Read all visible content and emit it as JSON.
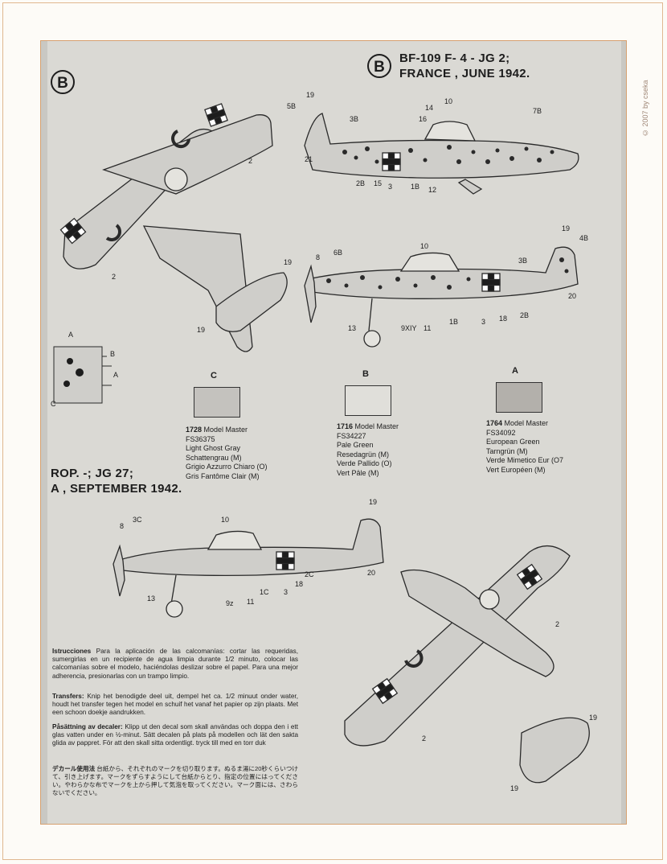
{
  "watermark": "© 2007 by cseka",
  "badges": {
    "top_left": "B",
    "top_right": "B"
  },
  "scheme_b": {
    "line1": "BF-109 F- 4 - JG 2;",
    "line2": "FRANCE , JUNE 1942."
  },
  "scheme_c": {
    "line1": "ROP. -; JG 27;",
    "line2": "A , SEPTEMBER 1942."
  },
  "callouts_top_side": [
    "19",
    "5B",
    "3B",
    "14",
    "10",
    "16",
    "7B",
    "21",
    "2B",
    "15",
    "3",
    "1B",
    "12"
  ],
  "callouts_mid_side": [
    "10",
    "19",
    "4B",
    "8",
    "6B",
    "3B",
    "20",
    "13",
    "9XIY",
    "11",
    "1B",
    "3",
    "18",
    "2B"
  ],
  "callouts_top_plan": [
    "2",
    "2",
    "19",
    "19"
  ],
  "callouts_bottom_side": [
    "19",
    "10",
    "3C",
    "8",
    "13",
    "9z",
    "11",
    "1C",
    "3",
    "18",
    "2C",
    "20"
  ],
  "callouts_bottom_plan": [
    "2",
    "2",
    "19",
    "19"
  ],
  "camo_key": {
    "a1": "A",
    "b": "B",
    "a2": "A",
    "c": "C"
  },
  "colors": [
    {
      "label": "C",
      "code": "1728",
      "brand": " Model Master",
      "fs": "FS36375",
      "names": [
        "Light Ghost Gray",
        "Schattengrau (M)",
        "Grigio Azzurro Chiaro (O)",
        "Gris Fantôme Clair (M)"
      ],
      "swatch": "#c4c2be"
    },
    {
      "label": "B",
      "code": "1716",
      "brand": " Model Master",
      "fs": "FS34227",
      "names": [
        "Pale Green",
        "Resedagrün (M)",
        "Verde Pallido (O)",
        "Vert Pâle (M)"
      ],
      "swatch": "#e0dfda"
    },
    {
      "label": "A",
      "code": "1764",
      "brand": " Model Master",
      "fs": "FS34092",
      "names": [
        "European Green",
        "Tarngrün (M)",
        "Verde Mimetico Eur (O7",
        "Vert Européen (M)"
      ],
      "swatch": "#b3b0ab"
    }
  ],
  "instructions": {
    "es_head": "Istrucciones",
    "es_body": " Para la aplicación de las calcomanías: cortar las requeridas, sumergirlas en un recipiente de agua limpia durante 1/2 minuto, colocar las calcomanías sobre el modelo, haciéndolas deslizar sobre el papel. Para una mejor adherencia, presionarlas con un trampo limpio.",
    "nl_head": "Transfers:",
    "nl_body": " Knip het benodigde deel uit, dempel het ca. 1/2 minuut onder water, houdt het transfer tegen het model en schuif het vanaf het papier op zijn plaats. Met een schoon doekje aandrukken.",
    "sv_head": "Påsättning av decaler:",
    "sv_body": " Klipp ut den decal som skall användas och doppa den i ett glas vatten under en ½-minut. Sätt decalen på plats på modellen och lät den sakta glida av pappret. För att den skall sitta ordentligt. tryck till med en torr duk",
    "jp_head": "デカール使用法",
    "jp_body": " 台紙から、それぞれのマークを切り取ります。ぬるま湯に20秒くらいつけて、引き上げます。マークをずらすようにして台紙からとり、指定の位置にはってください。やわらかな布でマークを上から押して気泡を取ってください。マーク面には、さわらないでください。"
  }
}
